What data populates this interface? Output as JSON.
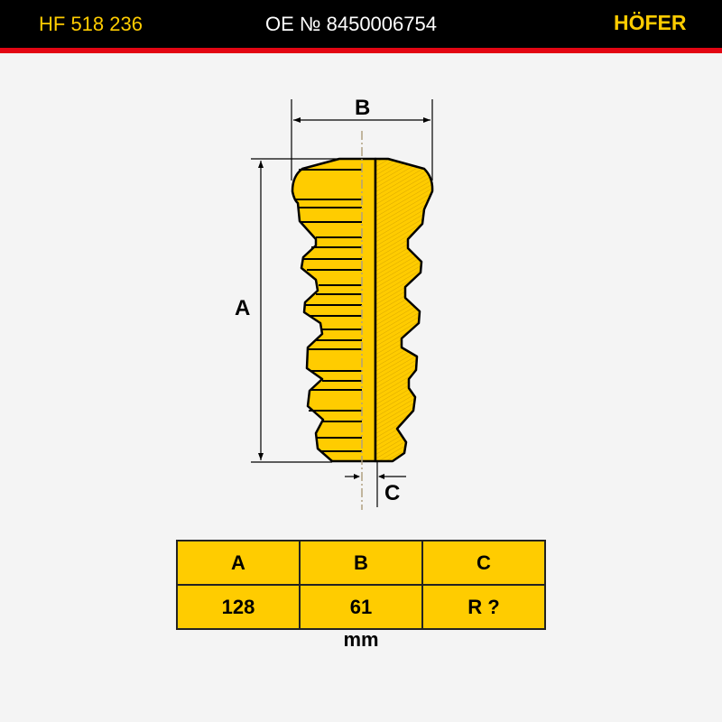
{
  "header": {
    "part_number": "HF 518 236",
    "oe_number": "OE № 8450006754",
    "brand": "HÖFER"
  },
  "drawing": {
    "label_a": "A",
    "label_b": "B",
    "label_c": "C"
  },
  "table": {
    "headers": [
      "A",
      "B",
      "C"
    ],
    "values": [
      "128",
      "61",
      "R ?"
    ],
    "unit": "mm"
  },
  "colors": {
    "accent": "#ffcc00",
    "stripe": "#e30613"
  }
}
